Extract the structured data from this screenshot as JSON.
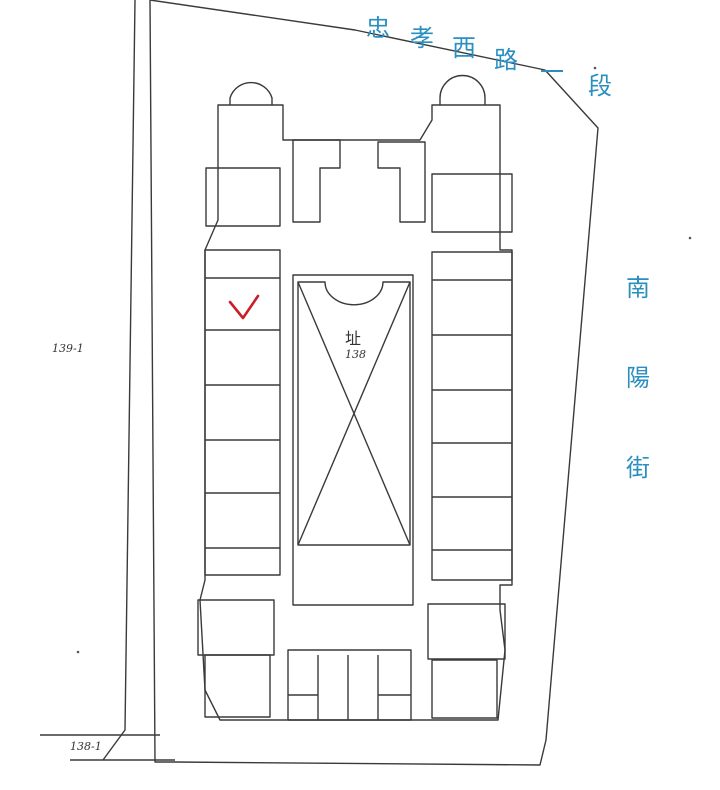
{
  "streets": {
    "north_chars": [
      "忠",
      "孝",
      "西",
      "路",
      "一",
      "段"
    ],
    "east_chars": [
      "南",
      "陽",
      "街"
    ]
  },
  "parcels": {
    "left_upper": "139-1",
    "left_lower": "138-1",
    "center_char": "址",
    "center_number": "138"
  },
  "colors": {
    "street_text": "#2a8fc0",
    "line": "#3a3a3a",
    "mark": "#c8202a"
  },
  "marker": {
    "icon": "check-mark-icon"
  }
}
